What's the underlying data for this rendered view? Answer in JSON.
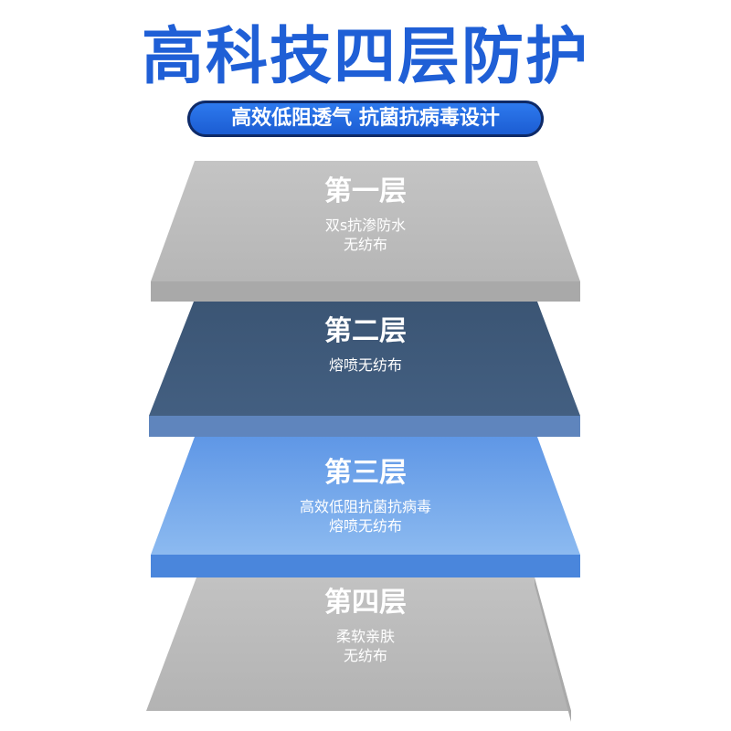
{
  "title": "高科技四层防护",
  "subtitle": "高效低阻透气 抗菌抗病毒设计",
  "layers": [
    {
      "name": "第一层",
      "desc_line1": "双s抗渗防水",
      "desc_line2": "无纺布",
      "top_color": "#bdbdbd",
      "edge_color": "#a8a8a8"
    },
    {
      "name": "第二层",
      "desc_line1": "熔喷无纺布",
      "desc_line2": "",
      "top_color": "#3d5878",
      "edge_color": "#5f83b9"
    },
    {
      "name": "第三层",
      "desc_line1": "高效低阻抗菌抗病毒",
      "desc_line2": "熔喷无纺布",
      "top_color": "#7fb0ee",
      "edge_color": "#4a86dc"
    },
    {
      "name": "第四层",
      "desc_line1": "柔软亲肤",
      "desc_line2": "无纺布",
      "top_color": "#bdbdbd",
      "edge_color": "#a8a8a8"
    }
  ],
  "colors": {
    "title": "#1f5fd6",
    "pill": "#1a5ad0"
  }
}
